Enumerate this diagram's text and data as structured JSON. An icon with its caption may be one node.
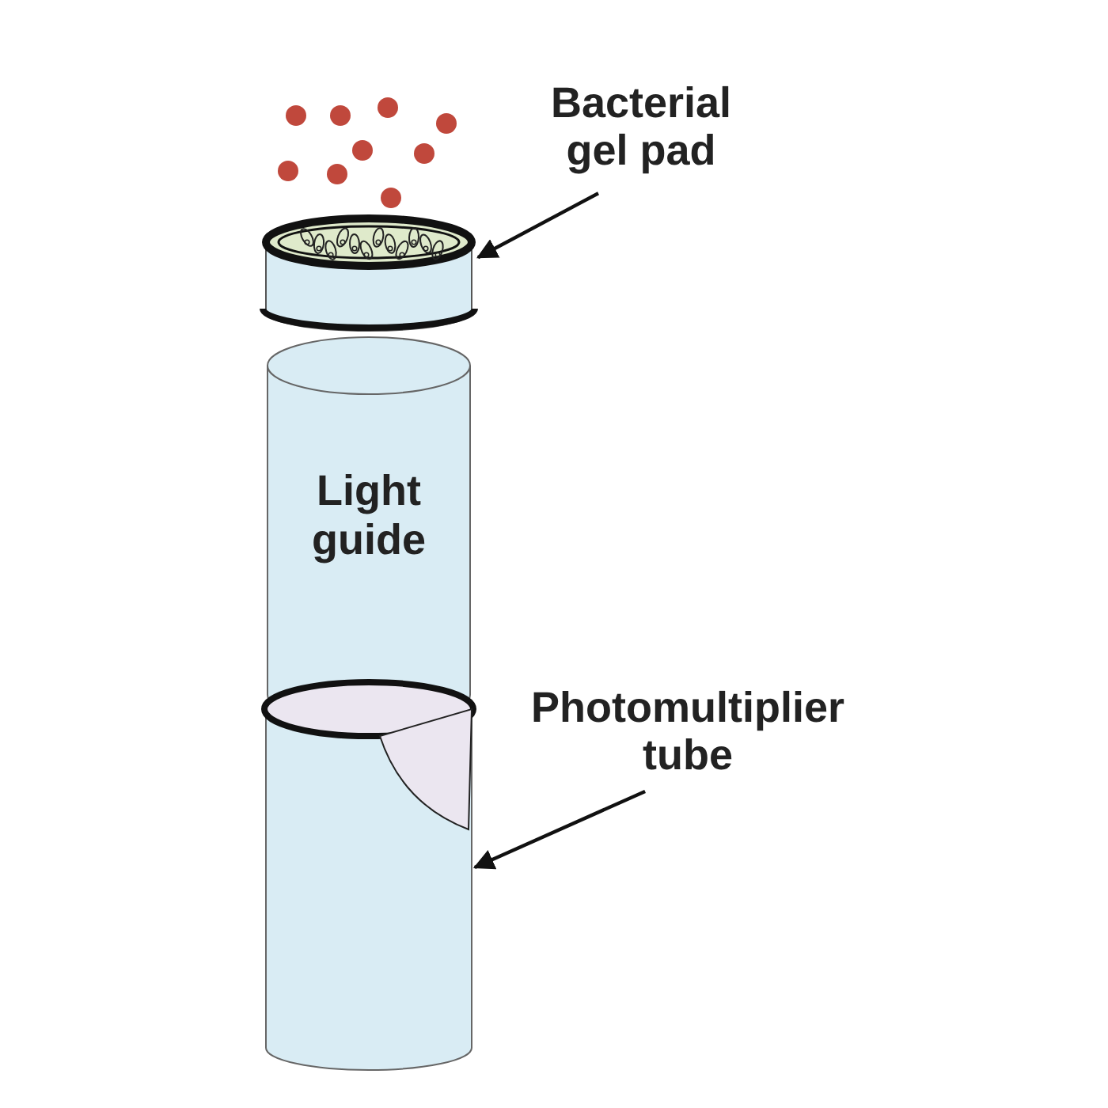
{
  "diagram": {
    "nodes": [
      {
        "text": [
          "Bacterial gel pad"
        ]
      },
      {
        "text": [],
        "shape": "cylinder"
      },
      {
        "text": [
          "Light guide"
        ]
      },
      {
        "text": [
          "Photomultiplier tube"
        ]
      },
      {
        "text": [],
        "shape": "cylinder"
      }
    ],
    "edges": [
      {
        "from": 0,
        "to": 1,
        "arrow": "to"
      },
      {
        "from": 3,
        "to": 4,
        "arrow": "to"
      }
    ]
  }
}
